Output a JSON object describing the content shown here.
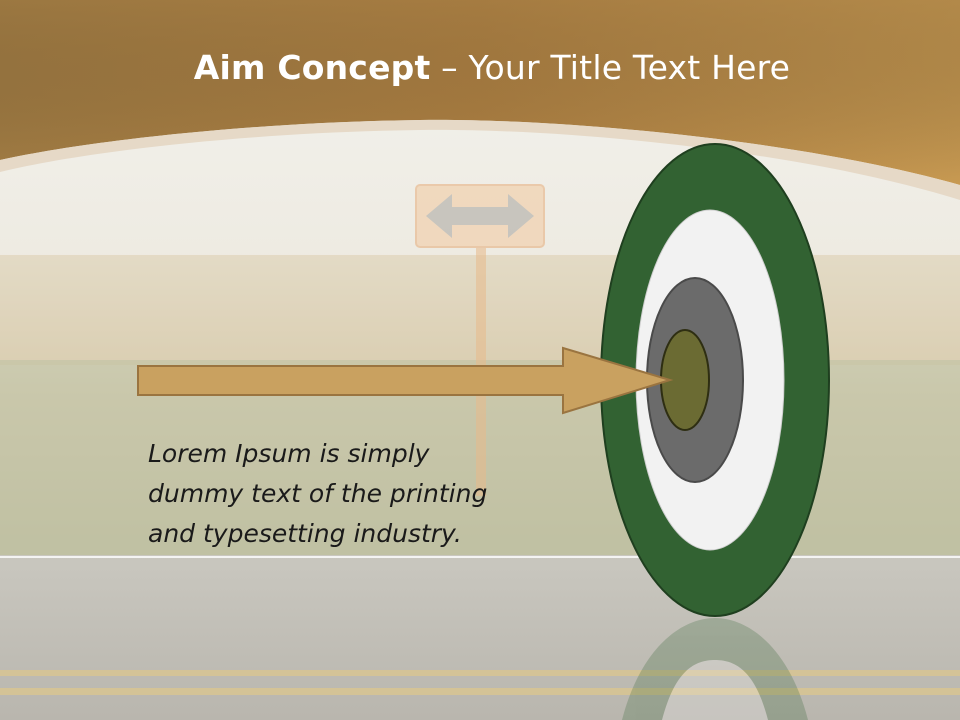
{
  "slide": {
    "title_bold": "Aim Concept",
    "title_rest": " – Your Title Text Here",
    "body_lines": [
      "Lorem Ipsum is simply",
      "dummy text of the printing",
      "and typesetting industry."
    ]
  },
  "colors": {
    "header_brown": "#b48545",
    "arrow_fill": "#c9a160",
    "target_outer_green": "#326232",
    "target_white": "#f2f2f2",
    "target_gray": "#6b6b6b",
    "target_center_olive": "#6b6b33"
  }
}
